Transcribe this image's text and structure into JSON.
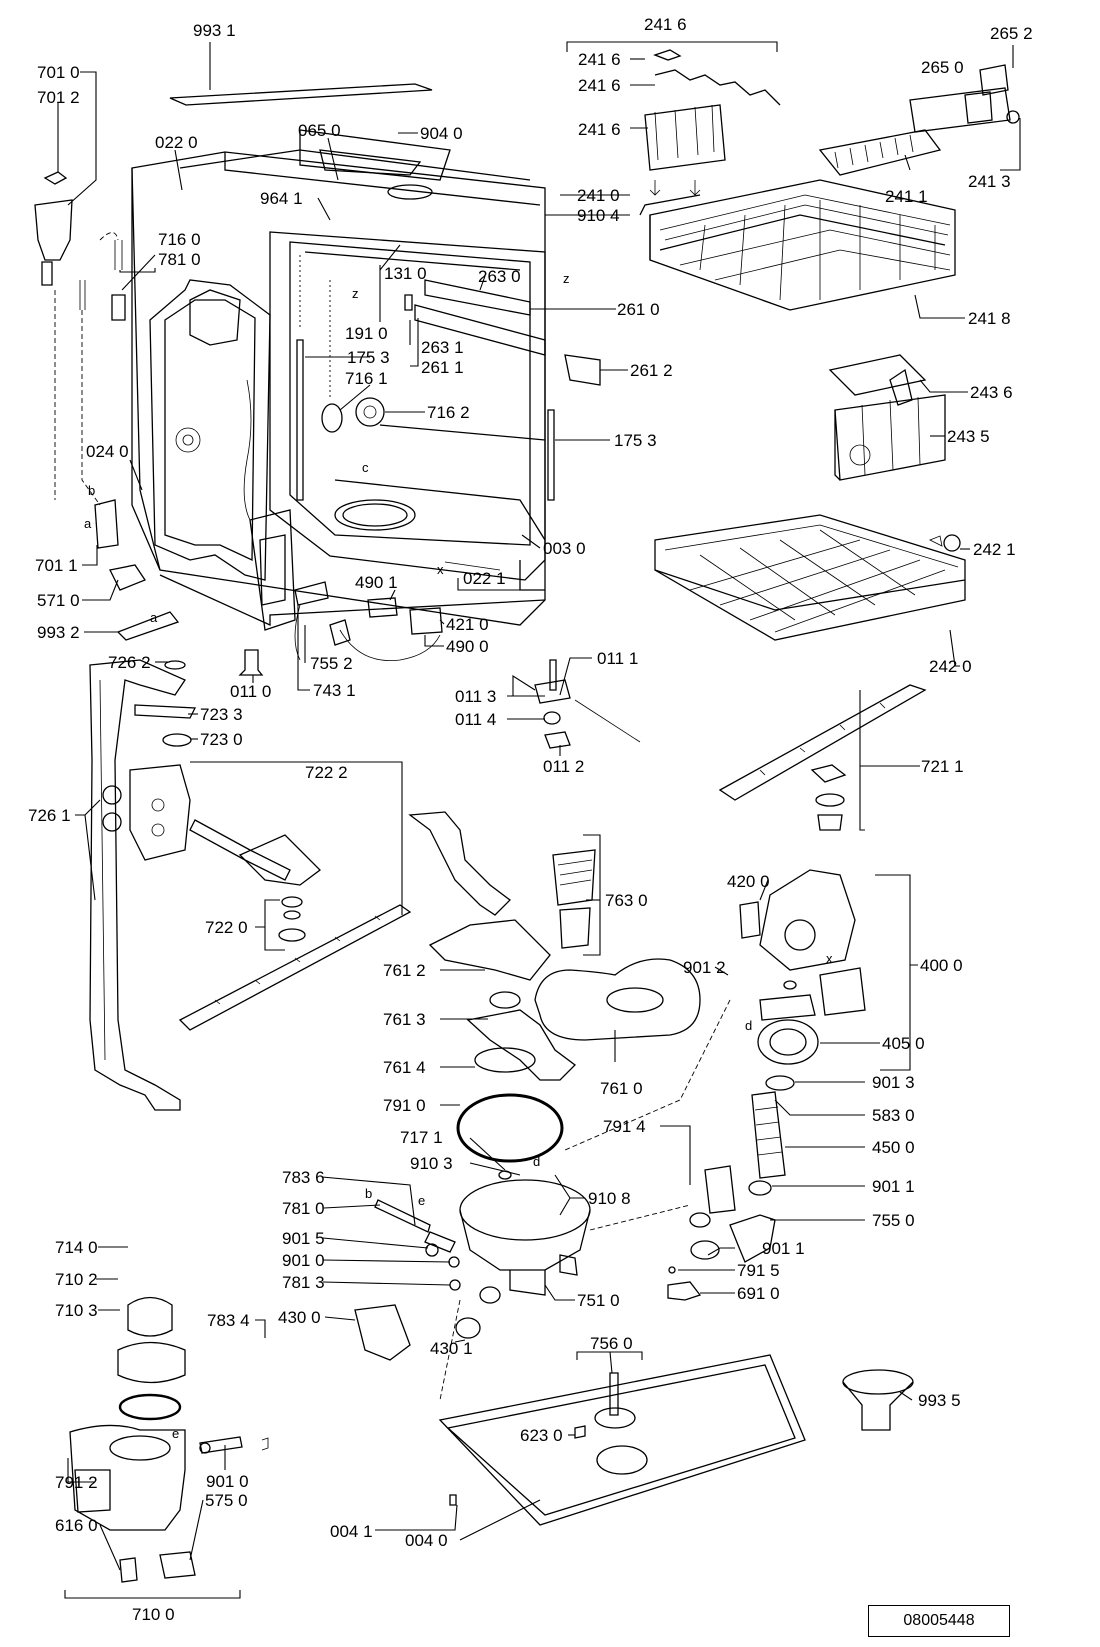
{
  "labels": {
    "993_1": "993 1",
    "701_0": "701 0",
    "701_2": "701 2",
    "022_0": "022 0",
    "065_0": "065 0",
    "904_0": "904 0",
    "241_6_top": "241 6",
    "241_6_a": "241 6",
    "241_6_b": "241 6",
    "241_6_c": "241 6",
    "265_2": "265 2",
    "265_0": "265 0",
    "241_3": "241 3",
    "241_1": "241 1",
    "964_1": "964 1",
    "241_0": "241 0",
    "910_4": "910 4",
    "716_0": "716 0",
    "781_0_top": "781 0",
    "131_0": "131 0",
    "263_0": "263 0",
    "261_0": "261 0",
    "241_8": "241 8",
    "191_0": "191 0",
    "263_1": "263 1",
    "175_3_a": "175 3",
    "261_1": "261 1",
    "261_2": "261 2",
    "716_1": "716 1",
    "716_2": "716 2",
    "243_6": "243 6",
    "243_5": "243 5",
    "175_3_b": "175 3",
    "024_0": "024 0",
    "003_0": "003 0",
    "242_1": "242 1",
    "701_1": "701 1",
    "490_1": "490 1",
    "022_1": "022 1",
    "571_0": "571 0",
    "421_0": "421 0",
    "993_2": "993 2",
    "490_0": "490 0",
    "726_2": "726 2",
    "755_2": "755 2",
    "242_0": "242 0",
    "011_0": "011 0",
    "743_1": "743 1",
    "011_1": "011 1",
    "011_3": "011 3",
    "723_3": "723 3",
    "011_4": "011 4",
    "723_0": "723 0",
    "011_2": "011 2",
    "722_2": "722 2",
    "721_1": "721 1",
    "726_1": "726 1",
    "763_0": "763 0",
    "420_0": "420 0",
    "722_0": "722 0",
    "400_0": "400 0",
    "761_2": "761 2",
    "901_2": "901 2",
    "761_3": "761 3",
    "405_0": "405 0",
    "761_4": "761 4",
    "761_0": "761 0",
    "901_3": "901 3",
    "791_0": "791 0",
    "583_0": "583 0",
    "791_4": "791 4",
    "717_1": "717 1",
    "450_0": "450 0",
    "783_6": "783 6",
    "910_3": "910 3",
    "910_8": "910 8",
    "901_1_a": "901 1",
    "781_0_bottom": "781 0",
    "755_0": "755 0",
    "901_5": "901 5",
    "901_1_b": "901 1",
    "714_0": "714 0",
    "901_0_a": "901 0",
    "791_5": "791 5",
    "781_3": "781 3",
    "710_2": "710 2",
    "751_0": "751 0",
    "691_0": "691 0",
    "710_3": "710 3",
    "783_4": "783 4",
    "430_0": "430 0",
    "430_1": "430 1",
    "756_0": "756 0",
    "993_5": "993 5",
    "623_0": "623 0",
    "901_0_b": "901 0",
    "791_2": "791 2",
    "575_0": "575 0",
    "616_0": "616 0",
    "710_0": "710 0",
    "004_1": "004 1",
    "004_0": "004 0"
  },
  "markers": {
    "z1": "z",
    "z2": "z",
    "c": "c",
    "b1": "b",
    "a1": "a",
    "a2": "a",
    "x1": "x",
    "x2": "x",
    "d1": "d",
    "d2": "d",
    "e1": "e",
    "e2": "e",
    "b2": "b"
  },
  "document_number": "08005448"
}
